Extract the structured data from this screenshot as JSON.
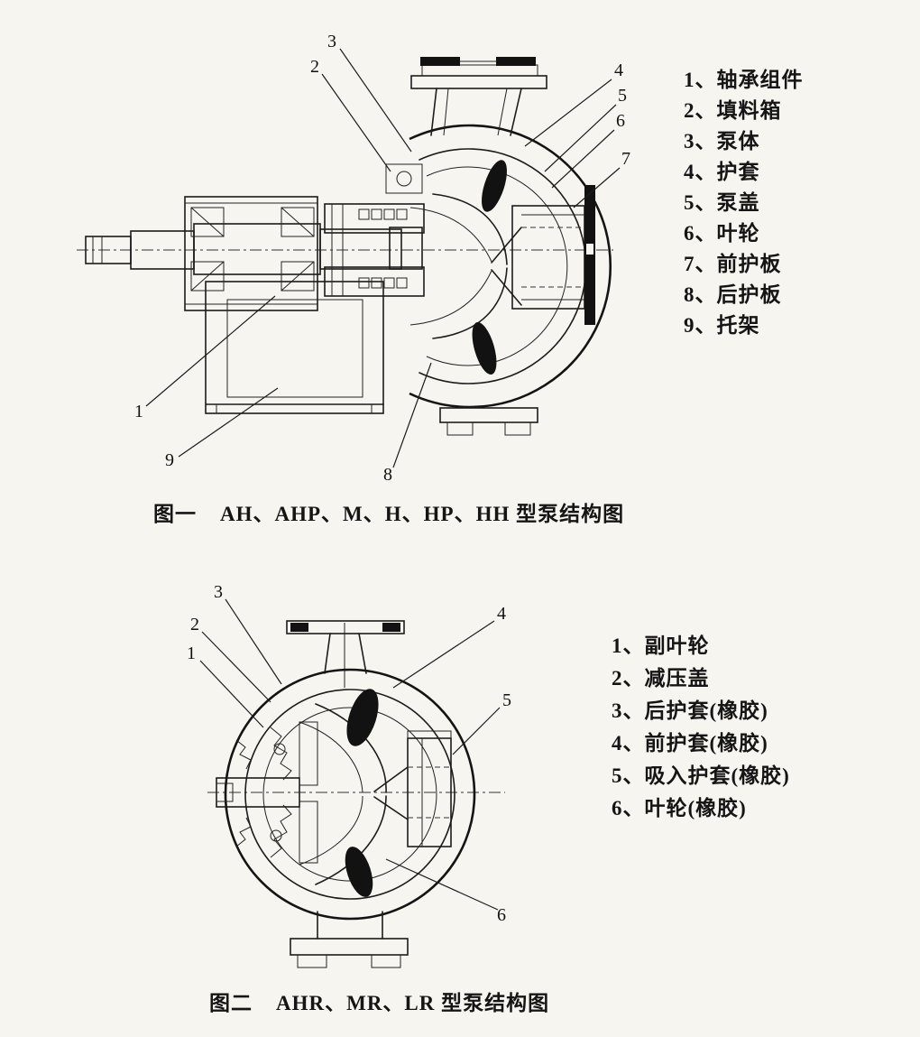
{
  "figure1": {
    "caption_label": "图一",
    "caption_text": "AH、AHP、M、H、HP、HH 型泵结构图",
    "legend_items": [
      "1、轴承组件",
      "2、填料箱",
      "3、泵体",
      "4、护套",
      "5、泵盖",
      "6、叶轮",
      "7、前护板",
      "8、后护板",
      "9、托架"
    ],
    "callouts": {
      "c1": "1",
      "c2": "2",
      "c3": "3",
      "c4": "4",
      "c5": "5",
      "c6": "6",
      "c7": "7",
      "c8": "8",
      "c9": "9"
    }
  },
  "figure2": {
    "caption_label": "图二",
    "caption_text": "AHR、MR、LR 型泵结构图",
    "legend_items": [
      "1、副叶轮",
      "2、减压盖",
      "3、后护套(橡胶)",
      "4、前护套(橡胶)",
      "5、吸入护套(橡胶)",
      "6、叶轮(橡胶)"
    ],
    "callouts": {
      "c1": "1",
      "c2": "2",
      "c3": "3",
      "c4": "4",
      "c5": "5",
      "c6": "6"
    }
  }
}
